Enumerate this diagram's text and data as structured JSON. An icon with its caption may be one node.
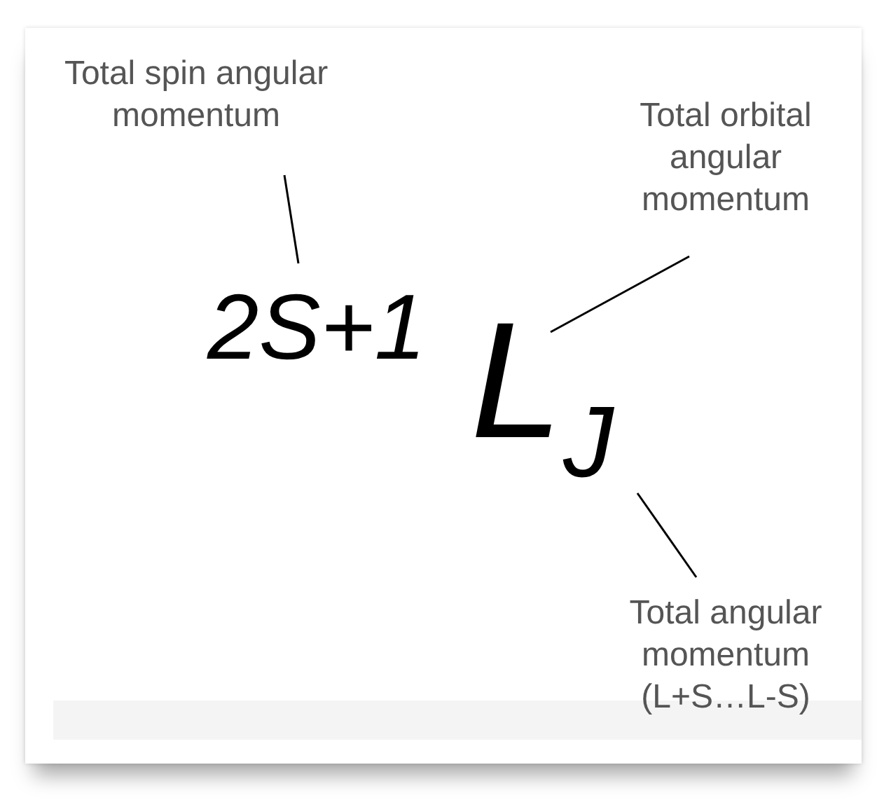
{
  "diagram": {
    "nodes": [
      {
        "text": [
          "Total spin angular momentum"
        ]
      },
      {
        "text": [
          "2S+1"
        ]
      },
      {
        "text": [
          "Total orbital angular momentum"
        ]
      },
      {
        "text": [
          "L"
        ]
      },
      {
        "text": [
          "Total angular momentum (L+S…L-S)"
        ]
      },
      {
        "text": [
          "J"
        ]
      }
    ],
    "edges": [
      {
        "from": 0,
        "to": 1,
        "arrow": "none"
      },
      {
        "from": 2,
        "to": 3,
        "arrow": "none"
      },
      {
        "from": 4,
        "to": 5,
        "arrow": "none"
      }
    ]
  }
}
